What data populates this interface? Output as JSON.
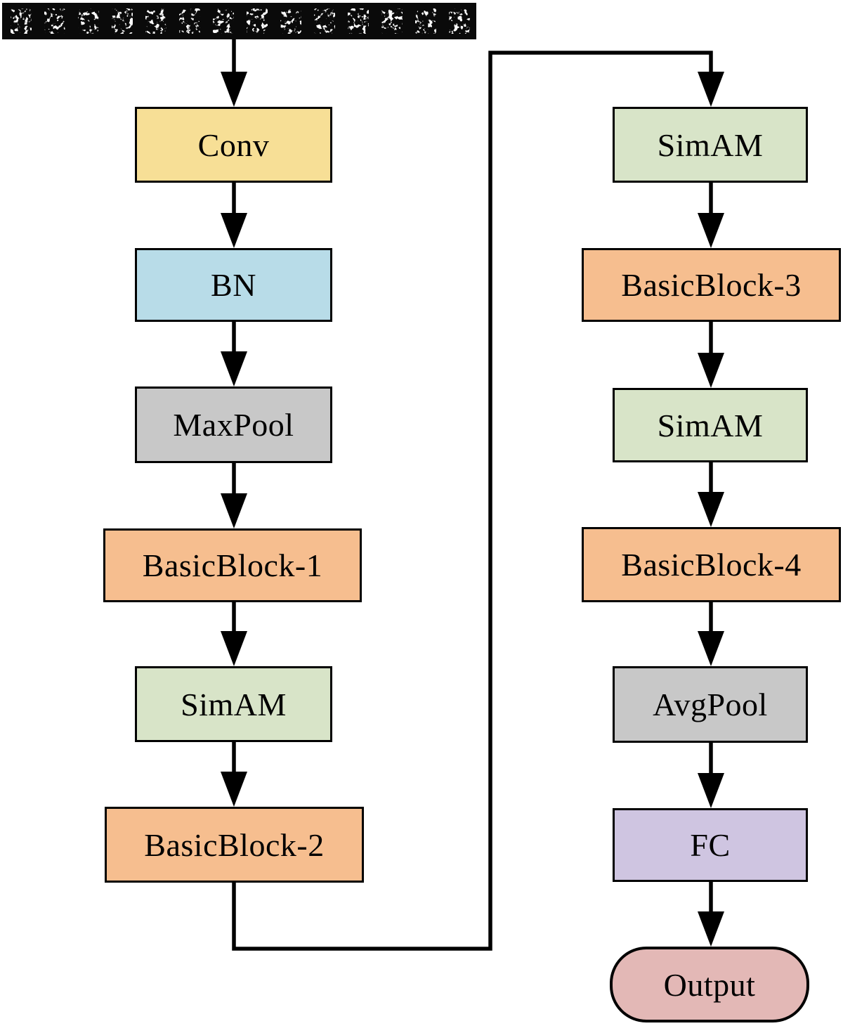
{
  "diagram": {
    "kind": "cnn-architecture-flowchart",
    "input_strip": {
      "patch_count": 14,
      "content": "row of noisy white grayscale patches on black filmstrip"
    },
    "nodes": {
      "conv": {
        "label": "Conv",
        "fill": "#F7DF96"
      },
      "bn": {
        "label": "BN",
        "fill": "#B8DCE8"
      },
      "maxpool": {
        "label": "MaxPool",
        "fill": "#C8C8C8"
      },
      "bb1": {
        "label": "BasicBlock-1",
        "fill": "#F6BE8F"
      },
      "simam1": {
        "label": "SimAM",
        "fill": "#D8E4C8"
      },
      "bb2": {
        "label": "BasicBlock-2",
        "fill": "#F6BE8F"
      },
      "simam2": {
        "label": "SimAM",
        "fill": "#D8E4C8"
      },
      "bb3": {
        "label": "BasicBlock-3",
        "fill": "#F6BE8F"
      },
      "simam3": {
        "label": "SimAM",
        "fill": "#D8E4C8"
      },
      "bb4": {
        "label": "BasicBlock-4",
        "fill": "#F6BE8F"
      },
      "avgpool": {
        "label": "AvgPool",
        "fill": "#C8C8C8"
      },
      "fc": {
        "label": "FC",
        "fill": "#CFC5E1"
      },
      "output": {
        "label": "Output",
        "fill": "#E3B8B6"
      }
    },
    "edges": [
      [
        "input-strip",
        "conv"
      ],
      [
        "conv",
        "bn"
      ],
      [
        "bn",
        "maxpool"
      ],
      [
        "maxpool",
        "bb1"
      ],
      [
        "bb1",
        "simam1"
      ],
      [
        "simam1",
        "bb2"
      ],
      [
        "bb2",
        "simam2"
      ],
      [
        "simam2",
        "bb3"
      ],
      [
        "bb3",
        "simam3"
      ],
      [
        "simam3",
        "bb4"
      ],
      [
        "bb4",
        "avgpool"
      ],
      [
        "avgpool",
        "fc"
      ],
      [
        "fc",
        "output"
      ]
    ],
    "colors": {
      "conv_yellow": "#F7DF96",
      "bn_blue": "#B8DCE8",
      "pool_gray": "#C8C8C8",
      "basicblock_orange": "#F6BE8F",
      "simam_green": "#D8E4C8",
      "fc_purple": "#CFC5E1",
      "output_pink": "#E3B8B6",
      "line_black": "#000000",
      "strip_black": "#0a0a0a",
      "background": "#ffffff"
    }
  },
  "nodes": {
    "conv": {
      "label": "Conv",
      "fill": "#F7DF96"
    },
    "bn": {
      "label": "BN",
      "fill": "#B8DCE8"
    },
    "maxpool": {
      "label": "MaxPool",
      "fill": "#C8C8C8"
    },
    "bb1": {
      "label": "BasicBlock-1",
      "fill": "#F6BE8F"
    },
    "simam1": {
      "label": "SimAM",
      "fill": "#D8E4C8"
    },
    "bb2": {
      "label": "BasicBlock-2",
      "fill": "#F6BE8F"
    },
    "simam2": {
      "label": "SimAM",
      "fill": "#D8E4C8"
    },
    "bb3": {
      "label": "BasicBlock-3",
      "fill": "#F6BE8F"
    },
    "simam3": {
      "label": "SimAM",
      "fill": "#D8E4C8"
    },
    "bb4": {
      "label": "BasicBlock-4",
      "fill": "#F6BE8F"
    },
    "avgpool": {
      "label": "AvgPool",
      "fill": "#C8C8C8"
    },
    "fc": {
      "label": "FC",
      "fill": "#CFC5E1"
    },
    "output": {
      "label": "Output",
      "fill": "#E3B8B6"
    }
  },
  "input_strip": {
    "patch_count": 14
  }
}
